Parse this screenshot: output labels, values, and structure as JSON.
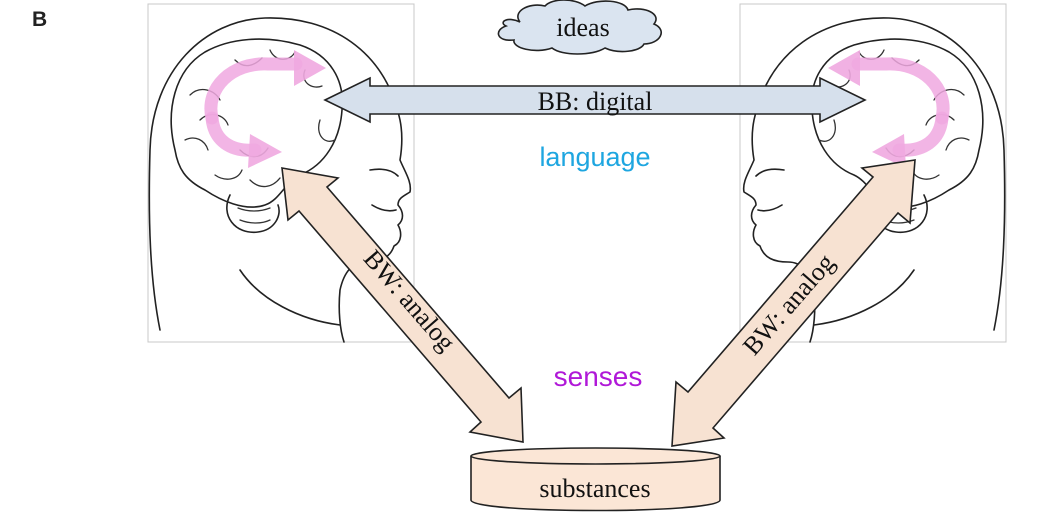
{
  "panel_label": "B",
  "labels": {
    "ideas": "ideas",
    "bb": "BB:  digital",
    "language": "language",
    "bw_left": "BW:  analog",
    "bw_right": "BW:  analog",
    "senses": "senses",
    "substances": "substances"
  },
  "colors": {
    "cloud_fill": "#dae4f0",
    "bb_arrow_fill": "#d6e0ec",
    "bw_arrow_fill": "#f7e2d2",
    "substances_fill": "#fbe6d6",
    "brain_arrow": "#f0a8e0",
    "language_text": "#1ea6e0",
    "senses_text": "#b018d8"
  }
}
